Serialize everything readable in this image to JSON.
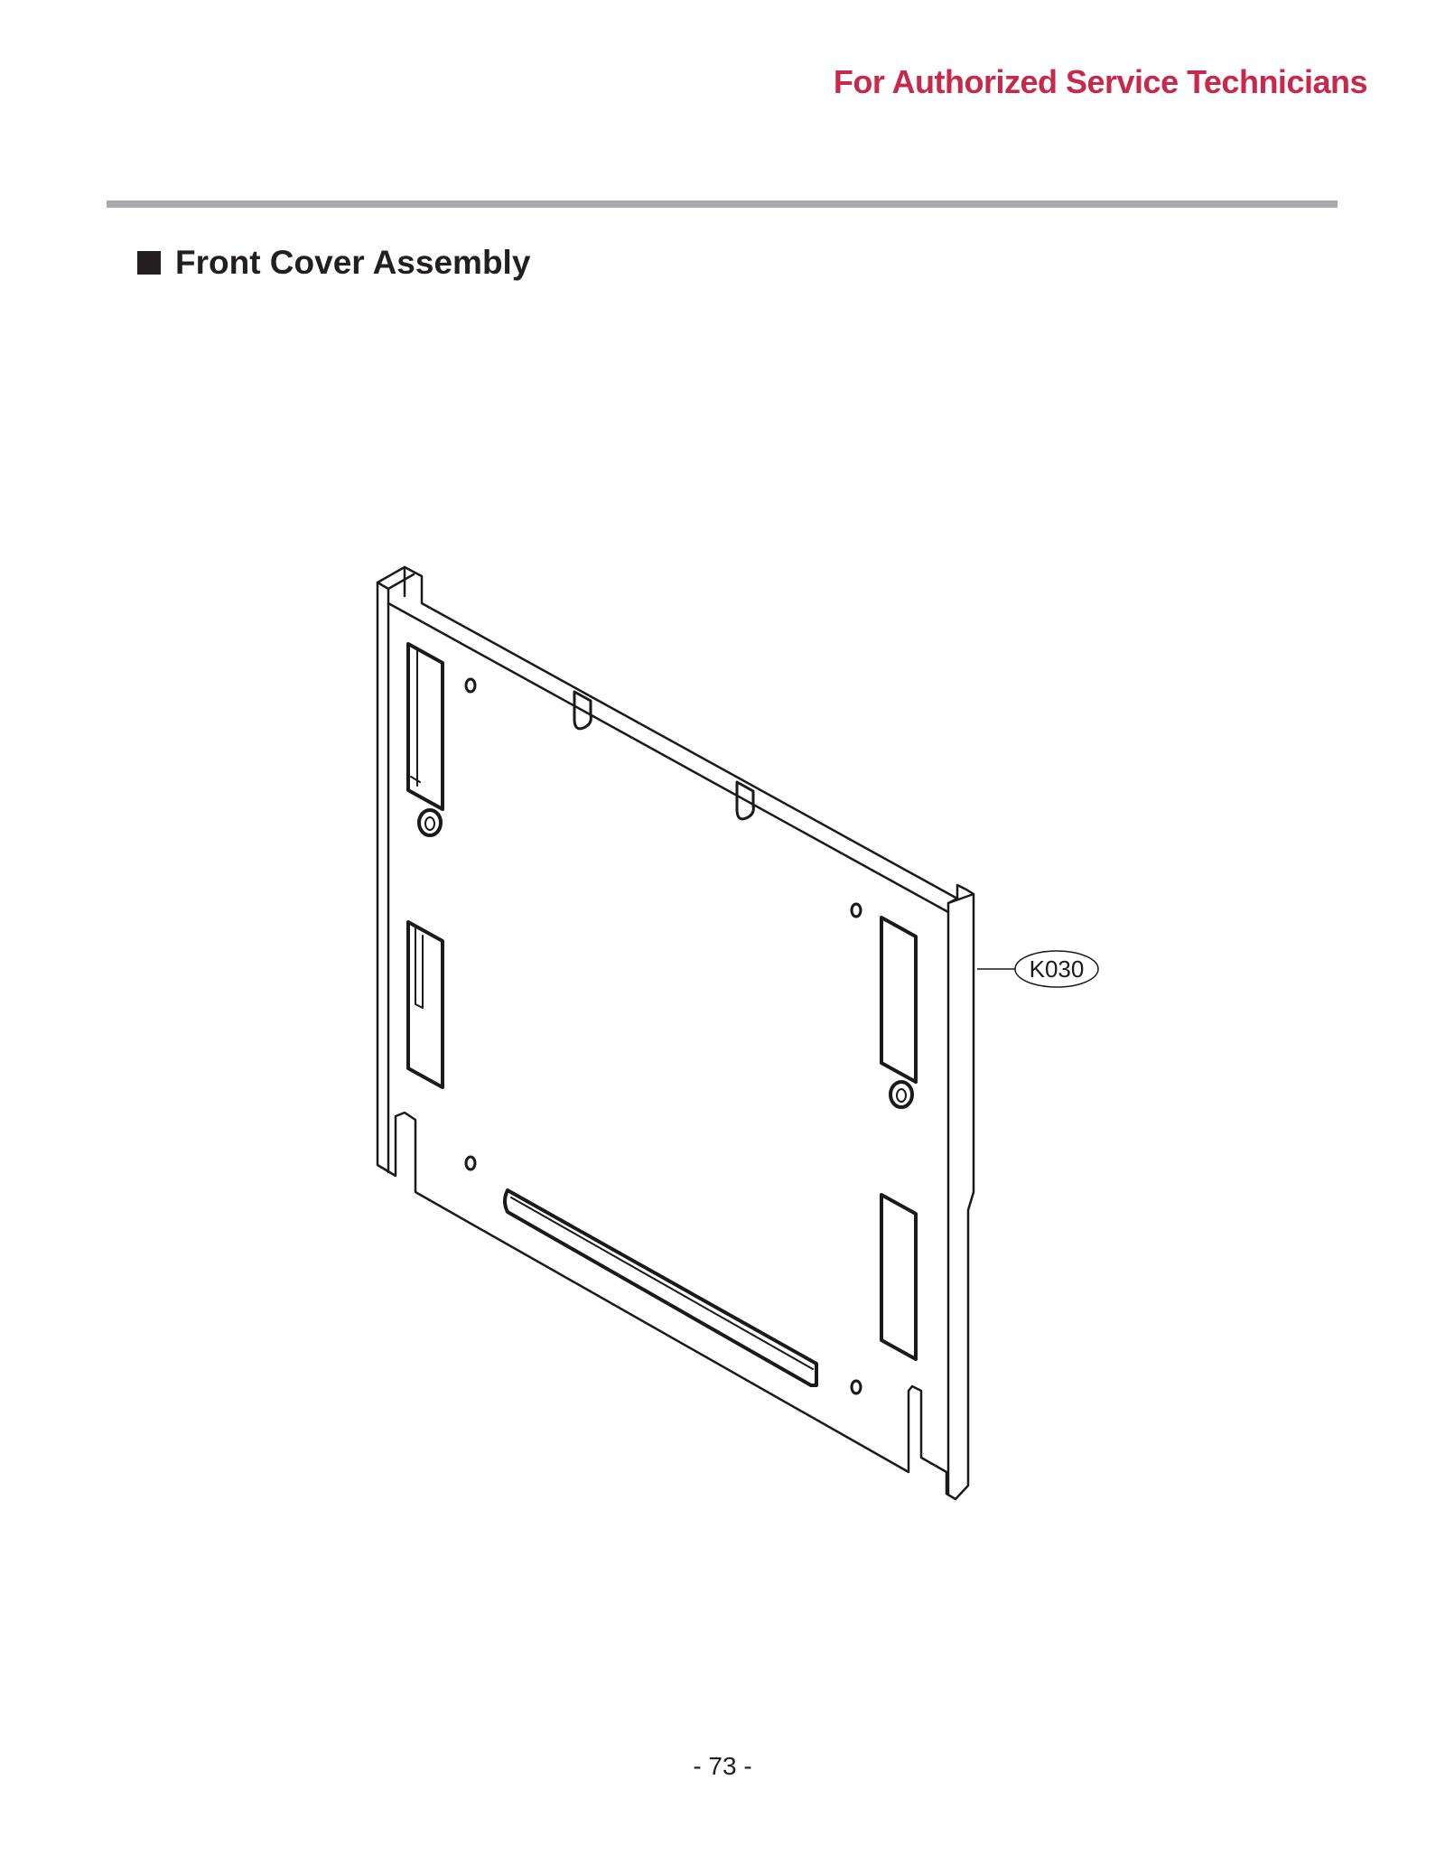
{
  "header": {
    "note": "For Authorized Service Technicians"
  },
  "section": {
    "title": "Front Cover Assembly"
  },
  "diagram": {
    "callouts": [
      {
        "code": "K030"
      }
    ]
  },
  "footer": {
    "page_number": "- 73 -"
  },
  "colors": {
    "header_accent": "#c8284a",
    "rule": "#a7a9ac",
    "text": "#231f20",
    "line_art": "#1a1a1a"
  }
}
